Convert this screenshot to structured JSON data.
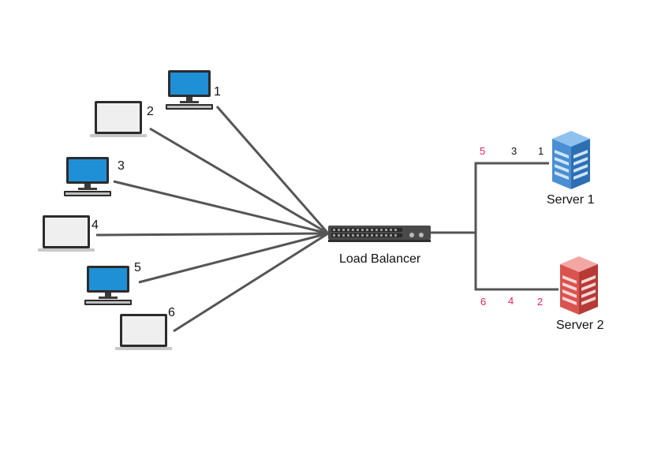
{
  "clients": [
    {
      "id": "1",
      "type": "desktop"
    },
    {
      "id": "2",
      "type": "laptop"
    },
    {
      "id": "3",
      "type": "desktop"
    },
    {
      "id": "4",
      "type": "laptop"
    },
    {
      "id": "5",
      "type": "desktop"
    },
    {
      "id": "6",
      "type": "laptop"
    }
  ],
  "load_balancer": {
    "label": "Load Balancer",
    "icon": "network-switch-icon"
  },
  "servers": [
    {
      "label": "Server 1",
      "color": "#3b82c4",
      "icon": "server-rack-icon",
      "assigned": [
        {
          "text": "5",
          "color": "#e0245e"
        },
        {
          "text": "3",
          "color": "#111111"
        },
        {
          "text": "1",
          "color": "#111111"
        }
      ]
    },
    {
      "label": "Server 2",
      "color": "#d9534f",
      "icon": "server-rack-icon",
      "assigned": [
        {
          "text": "6",
          "color": "#e0245e"
        },
        {
          "text": "4",
          "color": "#e0245e"
        },
        {
          "text": "2",
          "color": "#e0245e"
        }
      ]
    }
  ],
  "colors": {
    "line": "#555555",
    "screen": "#1f8fd6",
    "accent_red": "#e0245e"
  }
}
